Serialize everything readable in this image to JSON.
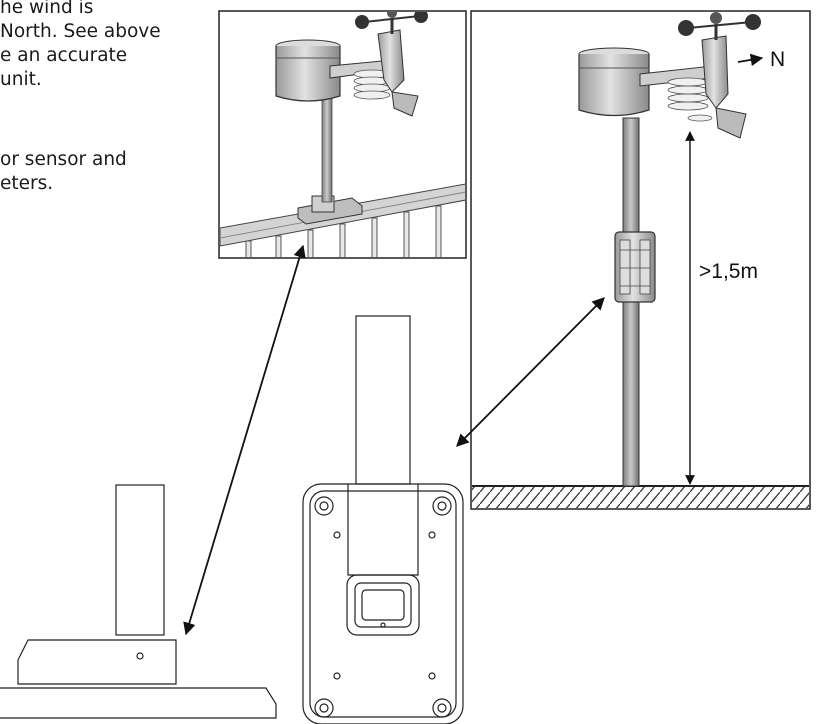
{
  "instructions": {
    "lines": [
      "he wind is",
      "North. See above",
      "e an accurate",
      "unit.",
      "",
      "or sensor and",
      "eters."
    ]
  },
  "figure": {
    "height_label": ">1,5m",
    "north_label": "N"
  }
}
